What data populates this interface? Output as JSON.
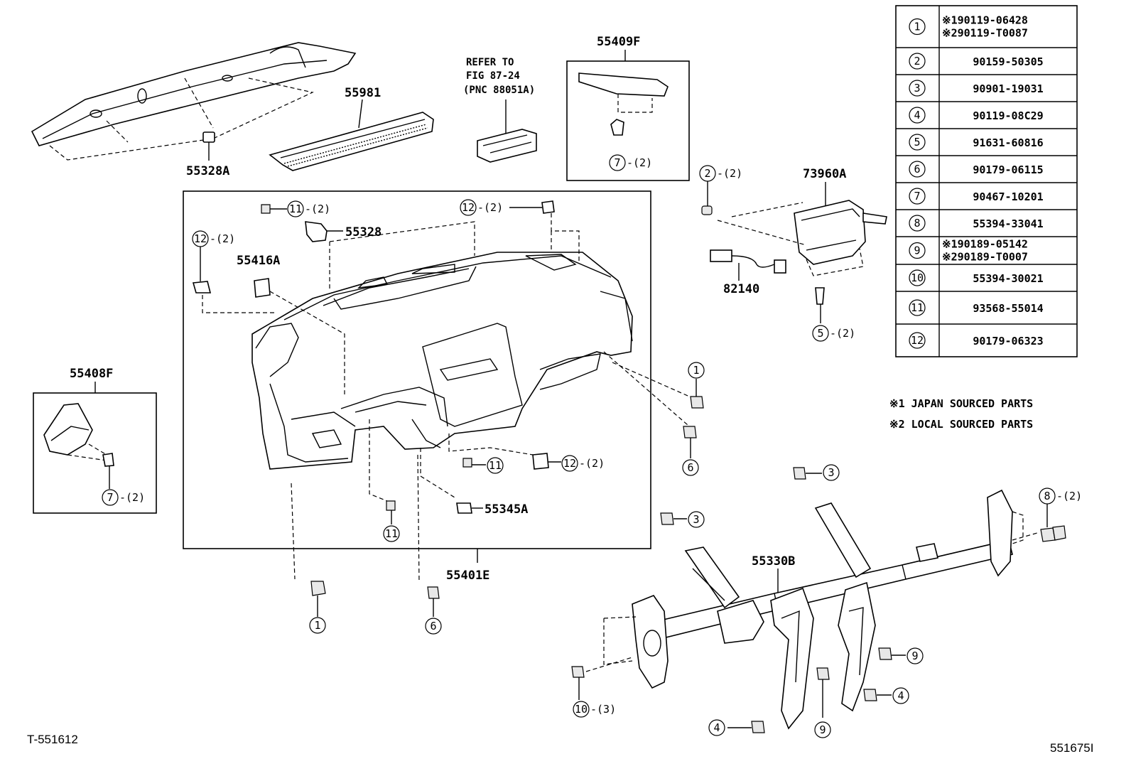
{
  "diagram": {
    "part_labels": {
      "p55328A": "55328A",
      "p55981": "55981",
      "p55409F": "55409F",
      "p73960A": "73960A",
      "p82140": "82140",
      "p55328": "55328",
      "p55416A": "55416A",
      "p55408F": "55408F",
      "p55345A": "55345A",
      "p55401E": "55401E",
      "p55330B": "55330B"
    },
    "refer_note": [
      "REFER TO",
      "FIG 87-24",
      "(PNC 88051A)"
    ],
    "callouts": [
      {
        "key": "c1",
        "num": "7",
        "qty": "-(2)"
      },
      {
        "key": "c2",
        "num": "11",
        "qty": "-(2)"
      },
      {
        "key": "c3",
        "num": "12",
        "qty": "-(2)"
      },
      {
        "key": "c4",
        "num": "12",
        "qty": "-(2)"
      },
      {
        "key": "c5",
        "num": "2",
        "qty": "-(2)"
      },
      {
        "key": "c6",
        "num": "5",
        "qty": "-(2)"
      },
      {
        "key": "c7",
        "num": "1",
        "qty": ""
      },
      {
        "key": "c8",
        "num": "6",
        "qty": ""
      },
      {
        "key": "c9",
        "num": "11",
        "qty": ""
      },
      {
        "key": "c10",
        "num": "12",
        "qty": "-(2)"
      },
      {
        "key": "c11",
        "num": "11",
        "qty": ""
      },
      {
        "key": "c12",
        "num": "1",
        "qty": ""
      },
      {
        "key": "c13",
        "num": "6",
        "qty": ""
      },
      {
        "key": "c14",
        "num": "7",
        "qty": "-(2)"
      },
      {
        "key": "c15",
        "num": "3",
        "qty": ""
      },
      {
        "key": "c16",
        "num": "3",
        "qty": ""
      },
      {
        "key": "c17",
        "num": "8",
        "qty": "-(2)"
      },
      {
        "key": "c18",
        "num": "9",
        "qty": ""
      },
      {
        "key": "c19",
        "num": "4",
        "qty": ""
      },
      {
        "key": "c20",
        "num": "10",
        "qty": "-(3)"
      },
      {
        "key": "c21",
        "num": "9",
        "qty": ""
      },
      {
        "key": "c22",
        "num": "4",
        "qty": ""
      }
    ]
  },
  "parts_table": [
    {
      "ref": "1",
      "parts": [
        "※190119-06428",
        "※290119-T0087"
      ]
    },
    {
      "ref": "2",
      "parts": [
        "90159-50305"
      ]
    },
    {
      "ref": "3",
      "parts": [
        "90901-19031"
      ]
    },
    {
      "ref": "4",
      "parts": [
        "90119-08C29"
      ]
    },
    {
      "ref": "5",
      "parts": [
        "91631-60816"
      ]
    },
    {
      "ref": "6",
      "parts": [
        "90179-06115"
      ]
    },
    {
      "ref": "7",
      "parts": [
        "90467-10201"
      ]
    },
    {
      "ref": "8",
      "parts": [
        "55394-33041"
      ]
    },
    {
      "ref": "9",
      "parts": [
        "※190189-05142",
        "※290189-T0007"
      ]
    },
    {
      "ref": "10",
      "parts": [
        "55394-30021"
      ]
    },
    {
      "ref": "11",
      "parts": [
        "93568-55014"
      ]
    },
    {
      "ref": "12",
      "parts": [
        "90179-06323"
      ]
    }
  ],
  "notes": [
    "※1 JAPAN SOURCED PARTS",
    "※2 LOCAL SOURCED PARTS"
  ],
  "footer": {
    "left_code": "T-551612",
    "right_code": "551675I"
  }
}
